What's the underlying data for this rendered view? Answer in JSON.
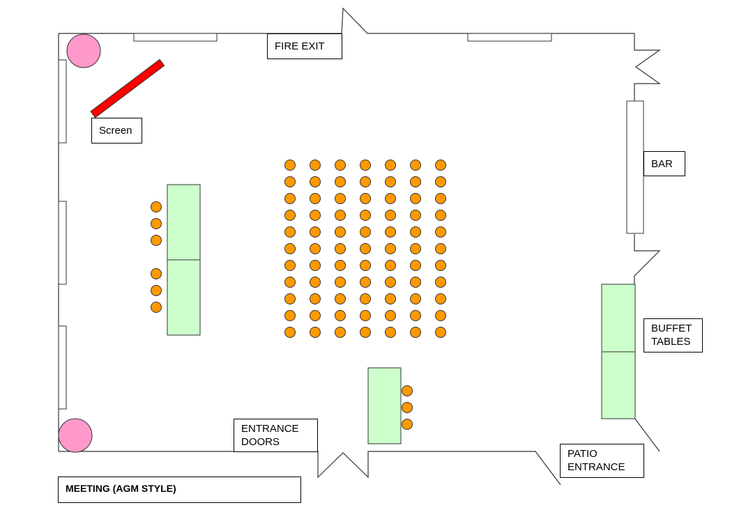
{
  "labels": {
    "fire_exit": "FIRE EXIT",
    "screen": "Screen",
    "bar": "BAR",
    "buffet_line1": "BUFFET",
    "buffet_line2": "TABLES",
    "entrance_line1": "ENTRANCE",
    "entrance_line2": "DOORS",
    "patio_line1": "PATIO",
    "patio_line2": "ENTRANCE"
  },
  "title": "MEETING (AGM STYLE)",
  "seating": {
    "audience_rows": 11,
    "audience_cols": 7,
    "head_table_chairs": 6,
    "small_table_chairs": 3
  },
  "colors": {
    "chair": "#FF9900",
    "table": "#CCFFCC",
    "screen": "#FF0000",
    "plant": "#FF99CC",
    "wall": "#333333"
  }
}
